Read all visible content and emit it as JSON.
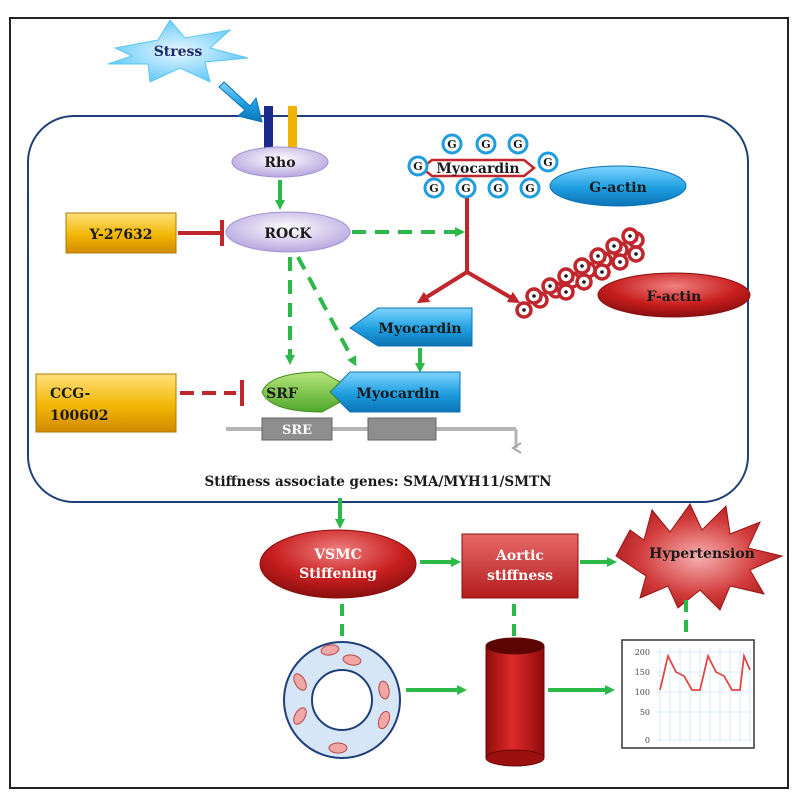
{
  "labels": {
    "stress": "Stress",
    "rho": "Rho",
    "rock": "ROCK",
    "inhibitor1": "Y-27632",
    "inhibitor2_line1": "CCG-",
    "inhibitor2_line2": "100602",
    "myocardin_top": "Myocardin",
    "g_letter": "G",
    "g_actin": "G-actin",
    "f_actin": "F-actin",
    "myocardin_mid": "Myocardin",
    "srf": "SRF",
    "myocardin_complex": "Myocardin",
    "sre": "SRE",
    "genes": "Stiffness associate genes: SMA/MYH11/SMTN",
    "vsmc_line1": "VSMC",
    "vsmc_line2": "Stiffening",
    "aortic_line1": "Aortic",
    "aortic_line2": "stiffness",
    "hypertension": "Hypertension"
  },
  "bp_chart": {
    "y_ticks": [
      "200",
      "150",
      "100",
      "50",
      "0"
    ]
  },
  "colors": {
    "green_arrow": "#2db84a",
    "red_inhibit": "#c0272d",
    "cell_border": "#1e3f7a",
    "cyan_blue": "#1e9ee0",
    "dark_red": "#c81e1e",
    "gold": "#f2b705",
    "lavender": "#c7b8e6"
  }
}
